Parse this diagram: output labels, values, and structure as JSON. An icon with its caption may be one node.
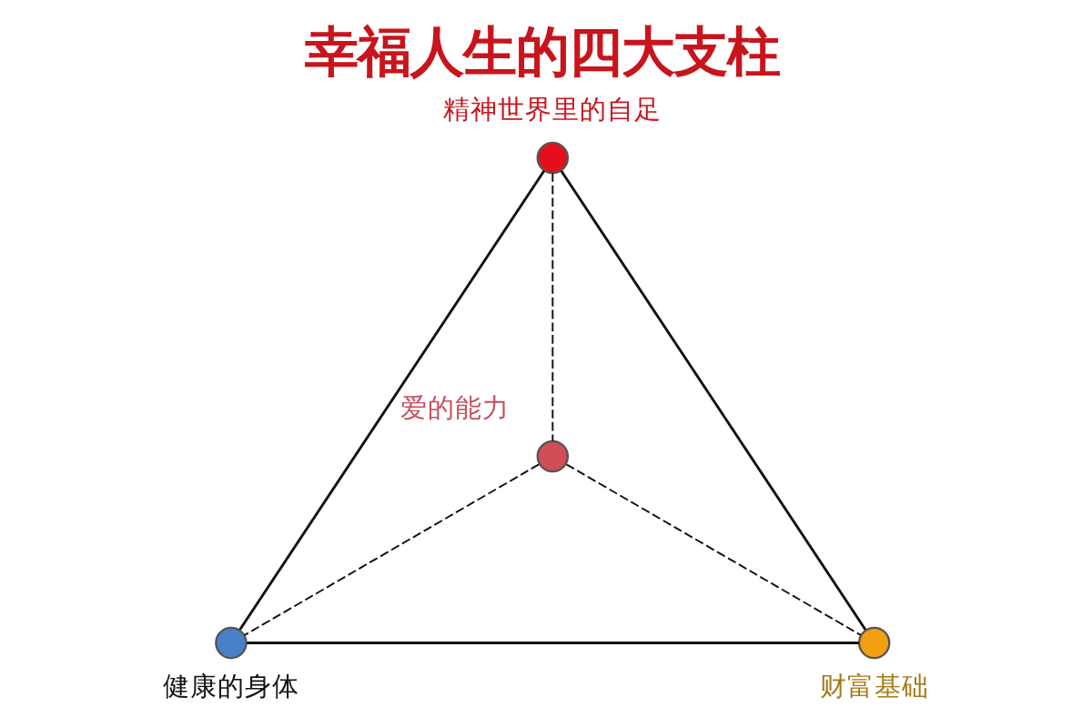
{
  "diagram": {
    "title": "幸福人生的四大支柱",
    "nodes": [
      {
        "text": [],
        "shape": "circle",
        "beside": [
          "精神世界里的自足"
        ]
      },
      {
        "text": [],
        "shape": "circle",
        "beside": [
          "爱的能力"
        ]
      },
      {
        "text": [],
        "shape": "circle",
        "beside": [
          "健康的身体"
        ]
      },
      {
        "text": [],
        "shape": "circle",
        "beside": [
          "财富基础"
        ]
      }
    ],
    "edges": [
      {
        "from": 0,
        "to": 2,
        "arrow": "none"
      },
      {
        "from": 0,
        "to": 3,
        "arrow": "none"
      },
      {
        "from": 2,
        "to": 3,
        "arrow": "none"
      },
      {
        "from": 0,
        "to": 1,
        "arrow": "none",
        "style": "dashed"
      },
      {
        "from": 1,
        "to": 2,
        "arrow": "none",
        "style": "dashed"
      },
      {
        "from": 1,
        "to": 3,
        "arrow": "none",
        "style": "dashed"
      }
    ]
  }
}
